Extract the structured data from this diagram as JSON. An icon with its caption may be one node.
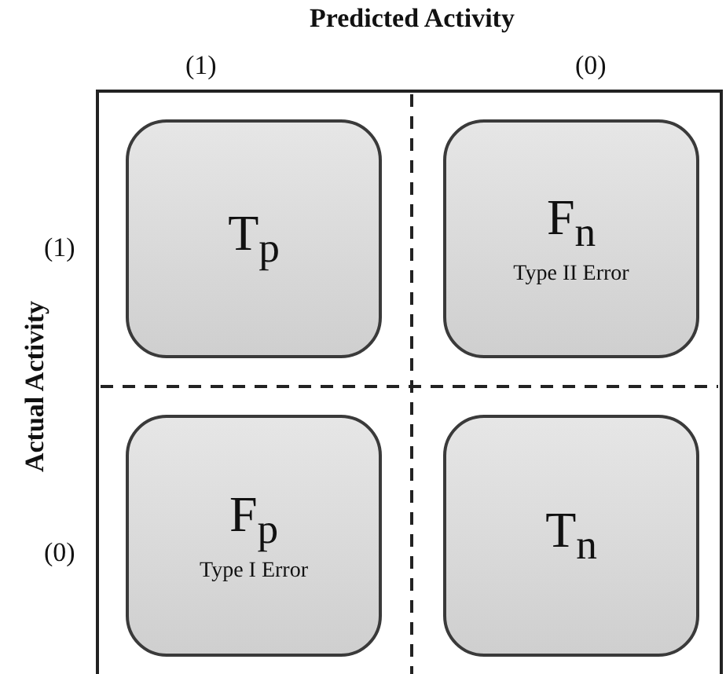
{
  "diagram": {
    "nodes": [
      {
        "text": [
          "T$_{p}$"
        ]
      },
      {
        "text": [
          "F$_{n}$",
          "Type II Error"
        ]
      },
      {
        "text": [
          "F$_{p}$",
          "Type I Error"
        ]
      },
      {
        "text": [
          "T$_{n}$"
        ]
      }
    ],
    "labels": [
      "Predicted Activity",
      "(1)",
      "(0)",
      "Actual Activity",
      "(1)",
      "(0)"
    ]
  }
}
